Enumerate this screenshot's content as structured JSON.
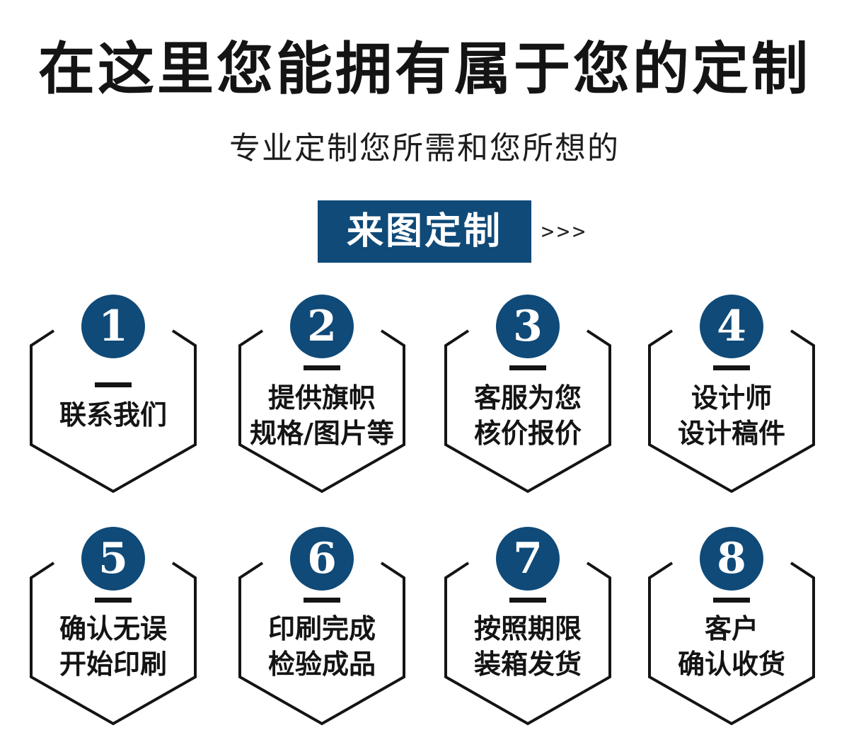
{
  "header": {
    "title": "在这里您能拥有属于您的定制",
    "subtitle": "专业定制您所需和您所想的"
  },
  "banner": {
    "label": "来图定制",
    "arrows": ">>>"
  },
  "colors": {
    "accent": "#0f4a78",
    "text": "#141414",
    "background": "#ffffff"
  },
  "steps": [
    {
      "number": "1",
      "line1": "联系我们",
      "line2": ""
    },
    {
      "number": "2",
      "line1": "提供旗帜",
      "line2": "规格/图片等"
    },
    {
      "number": "3",
      "line1": "客服为您",
      "line2": "核价报价"
    },
    {
      "number": "4",
      "line1": "设计师",
      "line2": "设计稿件"
    },
    {
      "number": "5",
      "line1": "确认无误",
      "line2": "开始印刷"
    },
    {
      "number": "6",
      "line1": "印刷完成",
      "line2": "检验成品"
    },
    {
      "number": "7",
      "line1": "按照期限",
      "line2": "装箱发货"
    },
    {
      "number": "8",
      "line1": "客户",
      "line2": "确认收货"
    }
  ]
}
